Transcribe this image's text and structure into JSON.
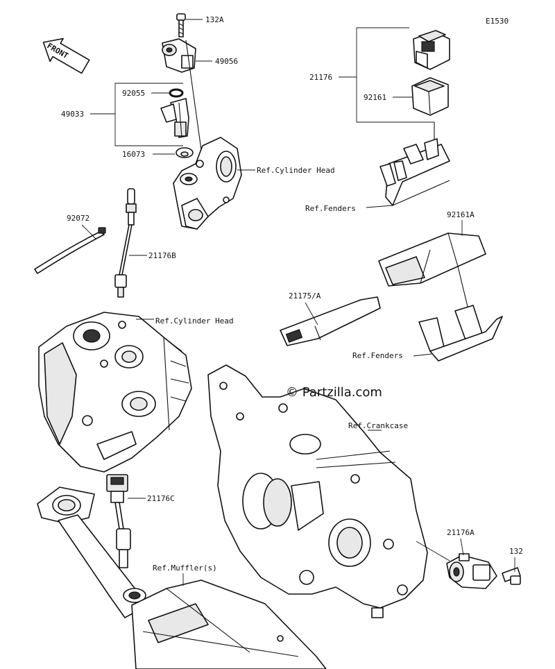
{
  "diagram": {
    "code": "E1530",
    "watermark": "© Partzilla.com",
    "front_label": "FRONT"
  },
  "labels": {
    "p132A": "132A",
    "p49056": "49056",
    "p92055": "92055",
    "p49033": "49033",
    "p16073": "16073",
    "ref_cyl_head_1": "Ref.Cylinder Head",
    "p21176": "21176",
    "p92161": "92161",
    "ref_fenders_1": "Ref.Fenders",
    "p92072": "92072",
    "p21176B": "21176B",
    "ref_cyl_head_2": "Ref.Cylinder Head",
    "p92161A": "92161A",
    "p21175A": "21175/A",
    "ref_fenders_2": "Ref.Fenders",
    "ref_crankcase": "Ref.Crankcase",
    "p21176C": "21176C",
    "ref_mufflers": "Ref.Muffler(s)",
    "p21176A": "21176A",
    "p132": "132"
  }
}
